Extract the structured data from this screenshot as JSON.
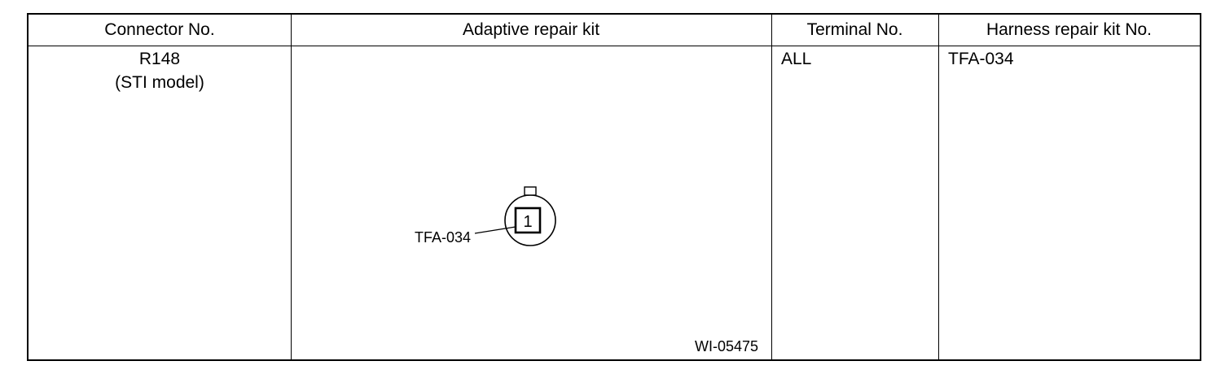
{
  "table": {
    "headers": {
      "connector_no": "Connector No.",
      "adaptive_repair_kit": "Adaptive repair kit",
      "terminal_no": "Terminal No.",
      "harness_repair_kit_no": "Harness repair kit No."
    },
    "row": {
      "connector_no_line1": "R148",
      "connector_no_line2": "(STI model)",
      "terminal_no": "ALL",
      "harness_repair_kit_no": "TFA-034"
    }
  },
  "diagram": {
    "callout_label": "TFA-034",
    "terminal_number": "1",
    "figure_id": "WI-05475"
  }
}
